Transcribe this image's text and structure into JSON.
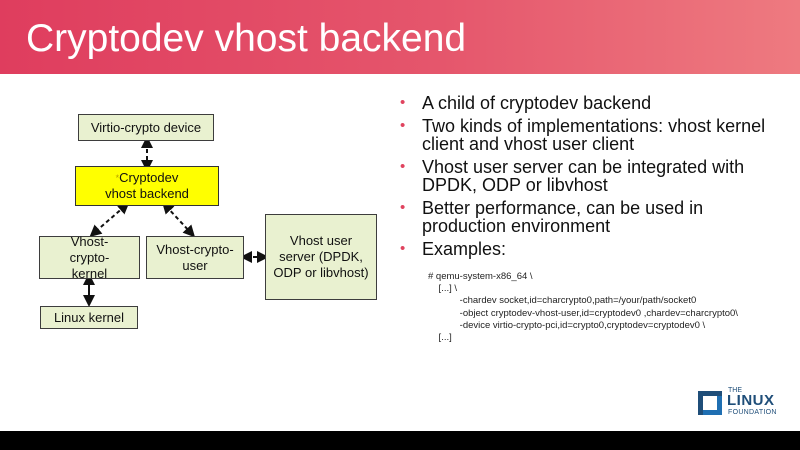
{
  "slide": {
    "title": "Cryptodev vhost backend",
    "header_colors": [
      "#df3d5e",
      "#ee7a80"
    ]
  },
  "diagram": {
    "boxes": {
      "virtio_crypto_device": "Virtio-crypto device",
      "cryptodev_vhost_backend_prefix": "*",
      "cryptodev_vhost_backend": "Cryptodev vhost backend",
      "vhost_crypto_kernel": "Vhost-crypto-kernel",
      "vhost_crypto_user": "Vhost-crypto-user",
      "vhost_user_server": "Vhost user server (DPDK, ODP or libvhost)",
      "linux_kernel": "Linux kernel"
    },
    "colors": {
      "box_fill": "#e9f1d0",
      "highlight_fill": "#ffff00"
    }
  },
  "bullets": [
    "A child of cryptodev backend",
    "Two kinds of implementations: vhost kernel client and vhost user client",
    "Vhost user server can be integrated with DPDK, ODP or libvhost",
    "Better performance, can be used in production environment",
    "Examples:"
  ],
  "bullet_color": "#e0445f",
  "code_lines": [
    "# qemu-system-x86_64 \\",
    "    [...] \\",
    "            -chardev socket,id=charcrypto0,path=/your/path/socket0",
    "            -object cryptodev-vhost-user,id=cryptodev0 ,chardev=charcrypto0\\",
    "            -device virtio-crypto-pci,id=crypto0,cryptodev=cryptodev0 \\",
    "    [...]"
  ],
  "logo": {
    "the": "THE",
    "linux": "LINUX",
    "foundation": "FOUNDATION",
    "color": "#1f4e79"
  }
}
